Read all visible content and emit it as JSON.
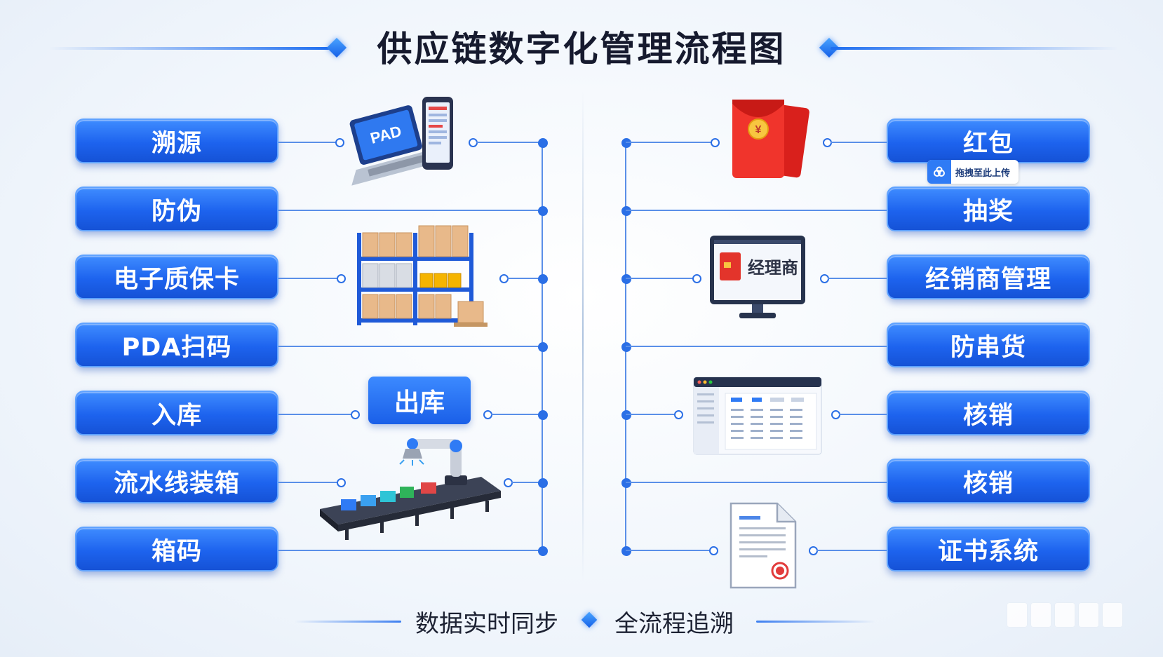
{
  "title": "供应链数字化管理流程图",
  "left_items": [
    "溯源",
    "防伪",
    "电子质保卡",
    "PDA扫码",
    "入库",
    "流水线装箱",
    "箱码"
  ],
  "right_items": [
    "红包",
    "抽奖",
    "经销商管理",
    "防串货",
    "核销",
    "核销",
    "证书系统"
  ],
  "center_labels": {
    "outbound": "出库",
    "pad_text": "PAD",
    "dealer_screen_text": "经理商",
    "currency_symbol": "¥"
  },
  "upload_badge": {
    "label": "拖拽至此上传",
    "icon": "cloud-upload-icon"
  },
  "footer": {
    "left": "数据实时同步",
    "right": "全流程追溯"
  },
  "colors": {
    "accent": "#1d63ee",
    "line": "#5a8fe8",
    "title": "#161a2e"
  }
}
